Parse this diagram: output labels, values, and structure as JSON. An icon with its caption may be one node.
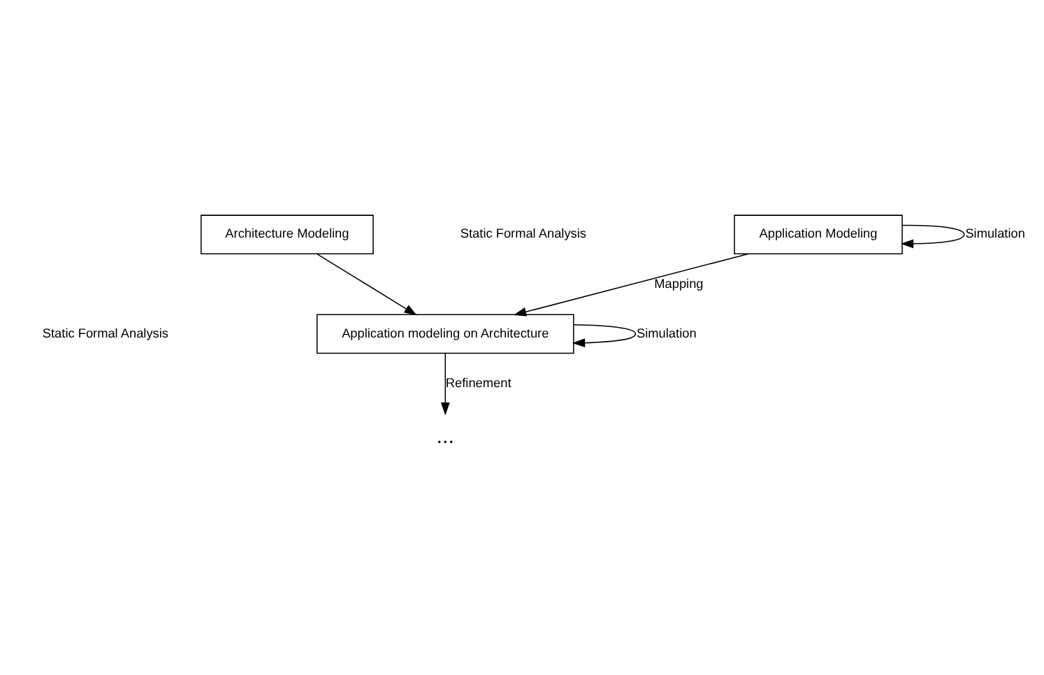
{
  "diagram": {
    "nodes": [
      {
        "text": [
          "Application Modeling"
        ]
      },
      {
        "text": [
          "Architecture Modeling"
        ]
      },
      {
        "text": [
          "Application modeling on Architecture"
        ]
      },
      {
        "text": [
          "..."
        ]
      }
    ],
    "edges": [
      {
        "from": 0,
        "to": 0,
        "arrow": "to",
        "label": "Simulation"
      },
      {
        "from": 0,
        "to": 2,
        "arrow": "to",
        "label": "Mapping"
      },
      {
        "from": 1,
        "to": 2,
        "arrow": "to"
      },
      {
        "from": 2,
        "to": 2,
        "arrow": "to",
        "label": "Simulation"
      },
      {
        "from": 2,
        "to": 3,
        "arrow": "to",
        "label": "Refinement"
      }
    ],
    "labels": [
      "Static Formal Analysis",
      "Static Formal Analysis"
    ]
  }
}
